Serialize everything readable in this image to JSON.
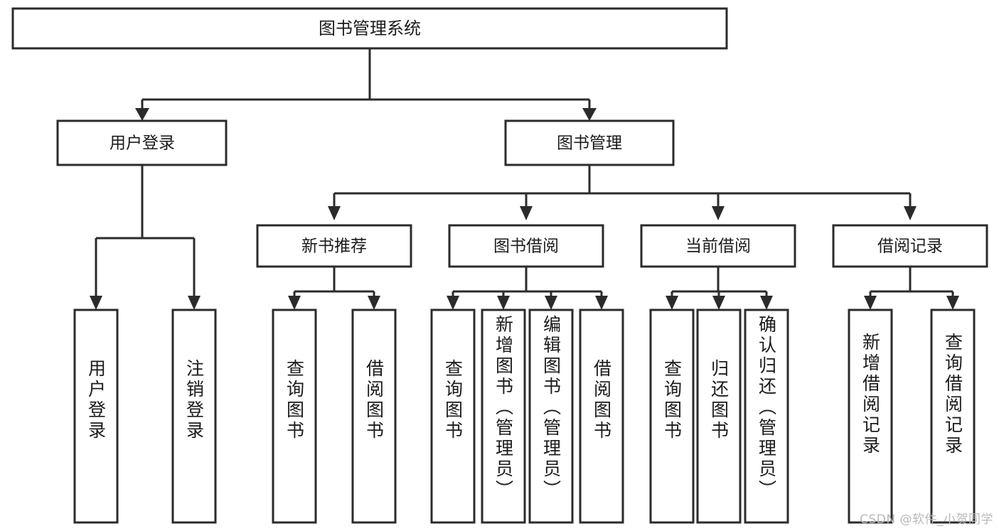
{
  "diagram": {
    "title": "图书管理系统",
    "watermark": "CSDN @软件_小贺同学",
    "colors": {
      "stroke": "#2b2b2b",
      "fill": "#ffffff",
      "text": "#1b1b1b",
      "watermark": "#b9b9b9",
      "background": "#ffffff"
    },
    "levels": {
      "root": {
        "label": "图书管理系统"
      },
      "level2": [
        {
          "label": "用户登录"
        },
        {
          "label": "图书管理"
        }
      ],
      "level3": [
        {
          "label": "新书推荐"
        },
        {
          "label": "图书借阅"
        },
        {
          "label": "当前借阅"
        },
        {
          "label": "借阅记录"
        }
      ],
      "leaves": {
        "user_login": [
          {
            "label": "用户登录"
          },
          {
            "label": "注销登录"
          }
        ],
        "new_book_recommend": [
          {
            "label": "查询图书"
          },
          {
            "label": "借阅图书"
          }
        ],
        "book_borrow": [
          {
            "label": "查询图书"
          },
          {
            "label": "新增图书（管理员）"
          },
          {
            "label": "编辑图书（管理员）"
          },
          {
            "label": "借阅图书"
          }
        ],
        "current_borrow": [
          {
            "label": "查询图书"
          },
          {
            "label": "归还图书"
          },
          {
            "label": "确认归还（管理员）"
          }
        ],
        "borrow_record": [
          {
            "label": "新增借阅记录"
          },
          {
            "label": "查询借阅记录"
          }
        ]
      }
    }
  }
}
